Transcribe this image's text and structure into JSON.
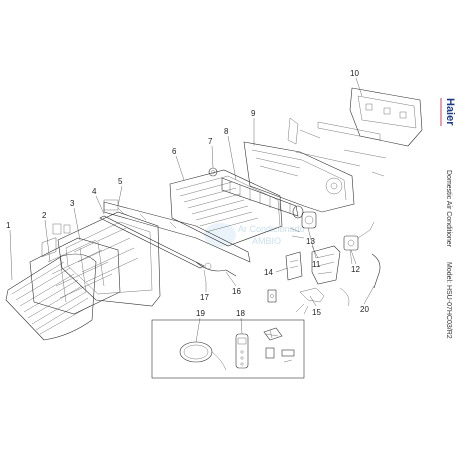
{
  "brand": {
    "name": "Haier"
  },
  "side_text": {
    "product": "Domestic Air Conditioner",
    "model": "Model: HSU-07HC03/R2"
  },
  "watermark": {
    "text": "Ar Condicionado",
    "subtext": "AMBIO"
  },
  "callouts": [
    {
      "id": "1",
      "label": "1"
    },
    {
      "id": "2",
      "label": "2"
    },
    {
      "id": "3",
      "label": "3"
    },
    {
      "id": "4",
      "label": "4"
    },
    {
      "id": "5",
      "label": "5"
    },
    {
      "id": "6",
      "label": "6"
    },
    {
      "id": "7",
      "label": "7"
    },
    {
      "id": "8",
      "label": "8"
    },
    {
      "id": "9",
      "label": "9"
    },
    {
      "id": "10",
      "label": "10"
    },
    {
      "id": "11",
      "label": "11"
    },
    {
      "id": "12",
      "label": "12"
    },
    {
      "id": "13",
      "label": "13"
    },
    {
      "id": "14",
      "label": "14"
    },
    {
      "id": "15",
      "label": "15"
    },
    {
      "id": "16",
      "label": "16"
    },
    {
      "id": "17",
      "label": "17"
    },
    {
      "id": "18",
      "label": "18"
    },
    {
      "id": "19",
      "label": "19"
    },
    {
      "id": "20",
      "label": "20"
    }
  ],
  "colors": {
    "line": "#333333",
    "brand": "#1b3a8c",
    "watermark": "#9fc6e0"
  }
}
